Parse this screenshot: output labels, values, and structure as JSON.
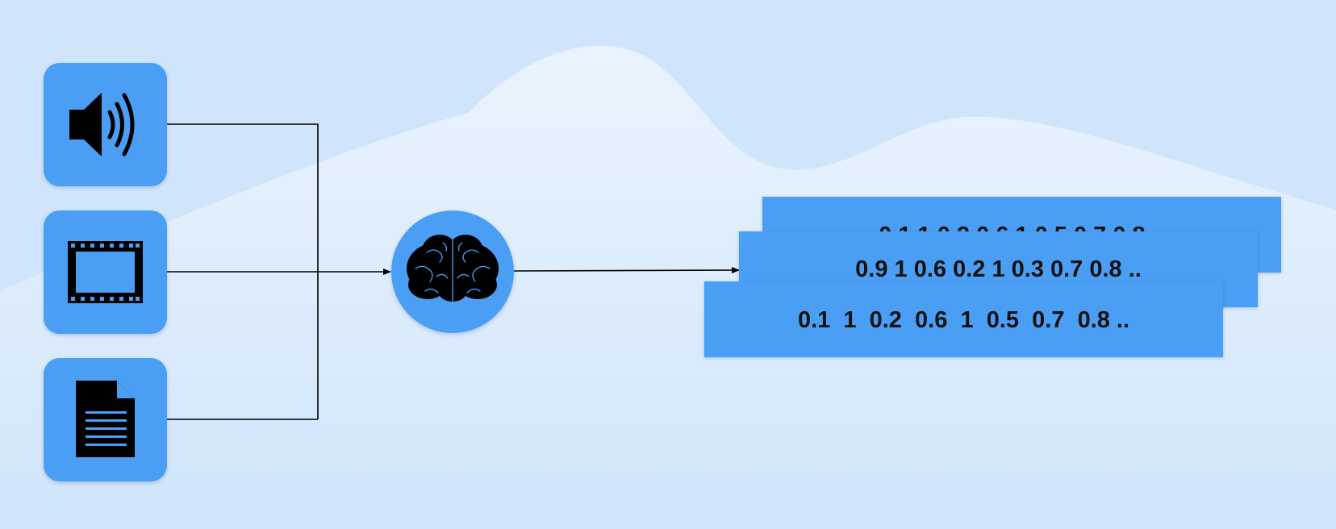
{
  "nodes": {
    "inputs": [
      {
        "icon": "speaker-icon"
      },
      {
        "icon": "film-icon"
      },
      {
        "icon": "document-icon"
      }
    ],
    "model": {
      "icon": "brain-icon"
    }
  },
  "embeddings": {
    "back": "0.1 1 0.2 0.6 1 0.5 0.7 0.8 ..",
    "middle": "0.9 1 0.6 0.2 1 0.3 0.7 0.8 ..",
    "front": "0.1  1  0.2  0.6  1  0.5  0.7  0.8 .."
  },
  "colors": {
    "background": "#d0e5fb",
    "accent": "#4a9ff5",
    "icon": "#000000",
    "line": "#000000"
  }
}
